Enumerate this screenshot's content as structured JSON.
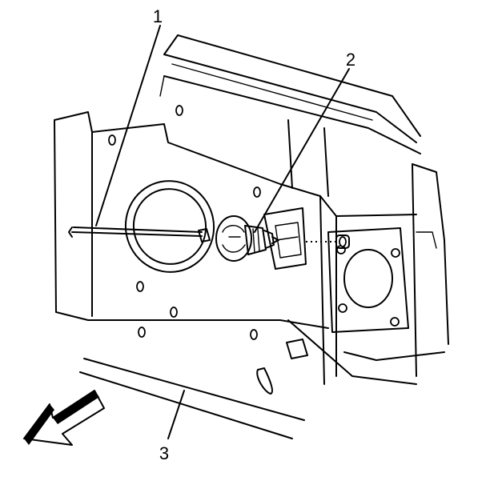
{
  "figure": {
    "callouts": [
      {
        "id": "1",
        "label": "1"
      },
      {
        "id": "2",
        "label": "2"
      },
      {
        "id": "3",
        "label": "3"
      }
    ],
    "colors": {
      "line": "#000000",
      "background": "#ffffff"
    },
    "icons": {
      "direction_arrow": "forward-direction-arrow-icon"
    }
  }
}
